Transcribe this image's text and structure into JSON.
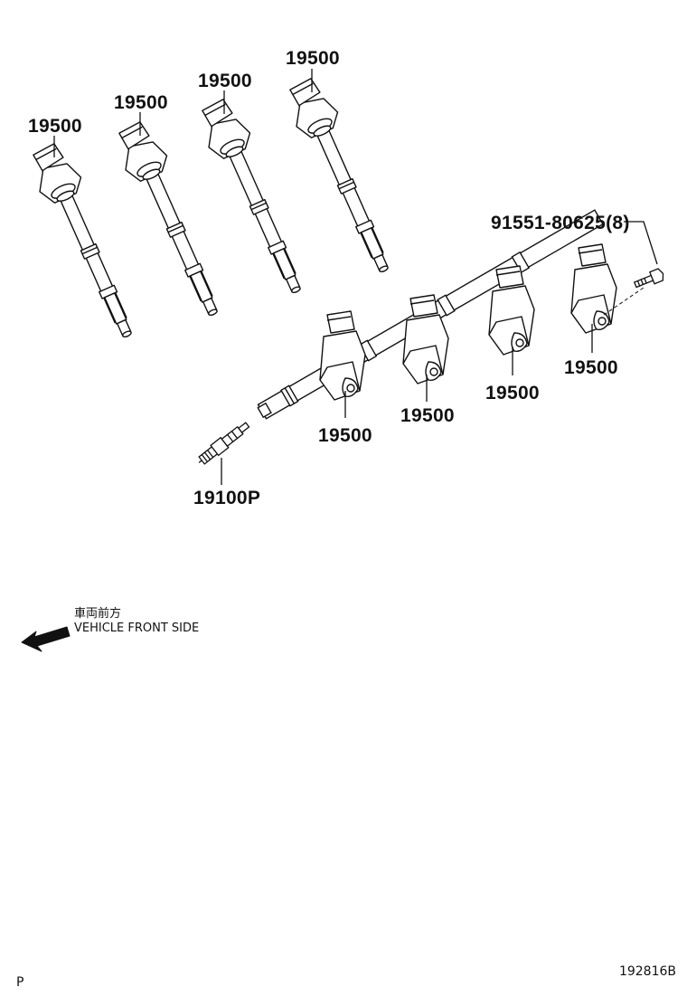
{
  "parts": {
    "coil_label": "19500",
    "spark_plug_label": "19100P",
    "bolt_label": "91551-80625(8)"
  },
  "direction": {
    "japanese": "車両前方",
    "english": "VEHICLE FRONT SIDE",
    "icon": "arrow-left-icon"
  },
  "footer": {
    "left_code": "P",
    "drawing_number": "192816B"
  }
}
